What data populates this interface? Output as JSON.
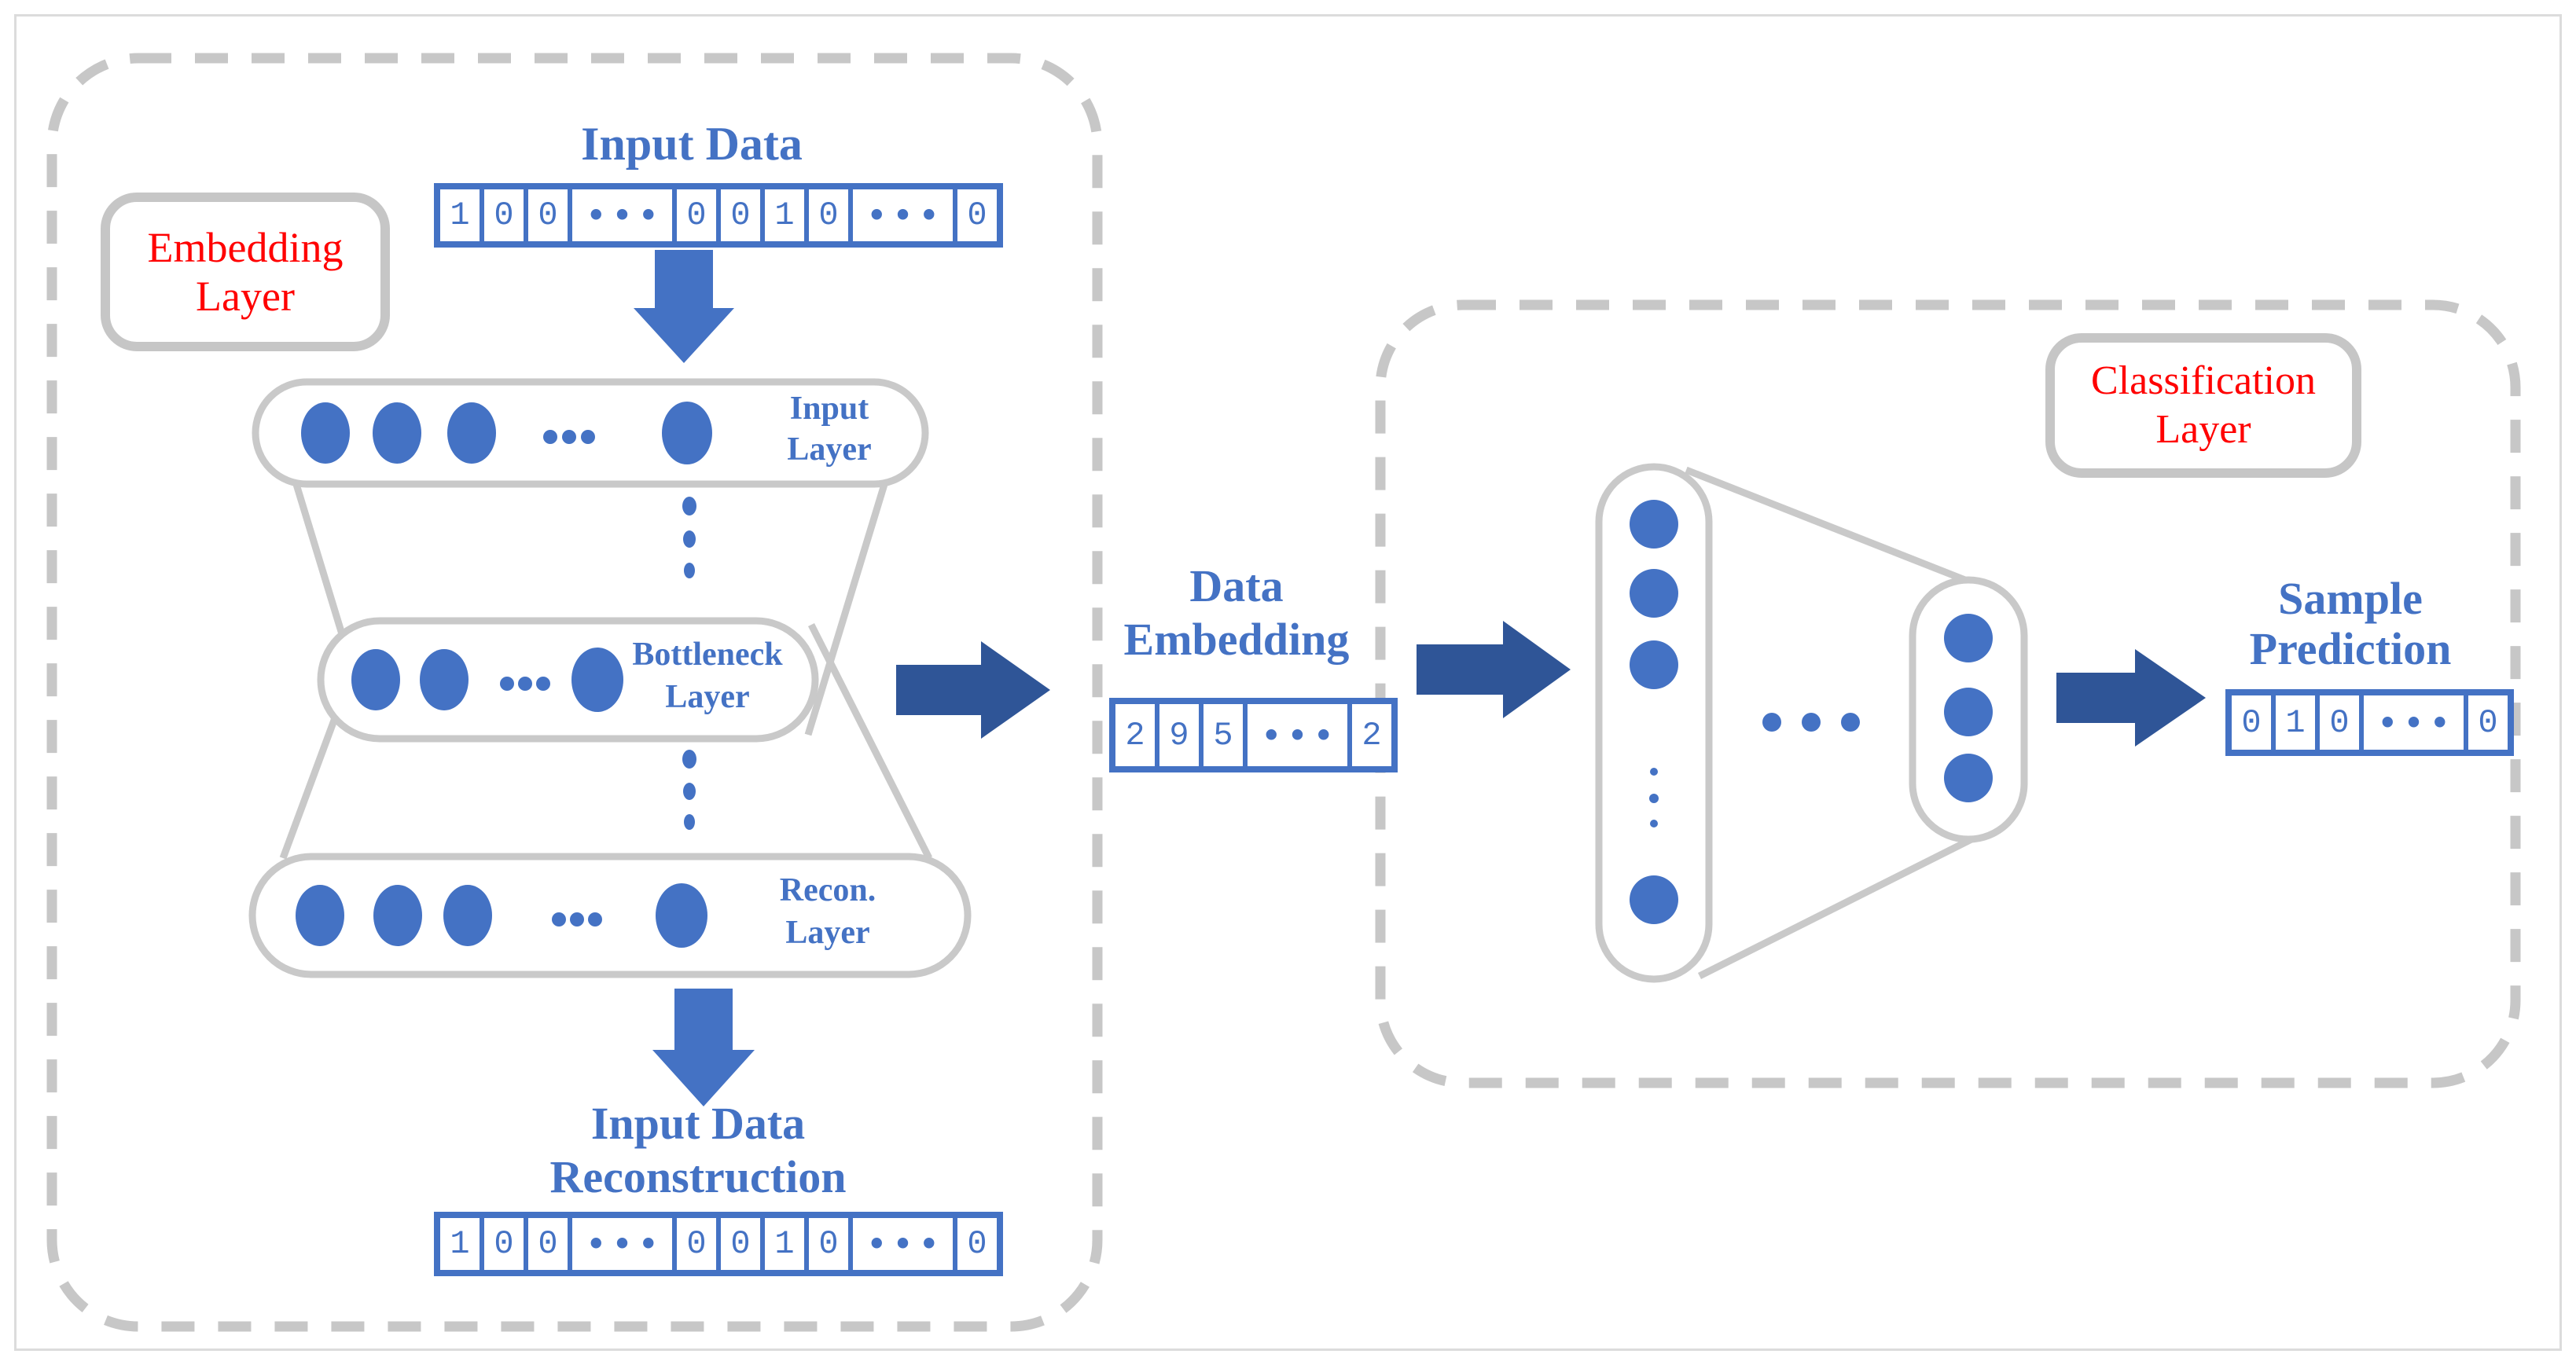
{
  "colors": {
    "blue_primary": "#4472C4",
    "blue_arrow_dark": "#2F5597",
    "red_label": "#FF0000",
    "gray_outline": "#C9C9C9"
  },
  "embedding_section": {
    "box_label": "Embedding Layer",
    "input_data": {
      "title": "Input Data",
      "cells": [
        "1",
        "0",
        "0",
        "•••",
        "0",
        "0",
        "1",
        "0",
        "•••",
        "0"
      ]
    },
    "autoencoder": {
      "input_layer_label": "Input Layer",
      "bottleneck_layer_label": "Bottleneck Layer",
      "recon_layer_label": "Recon. Layer"
    },
    "reconstruction": {
      "title": "Input Data Reconstruction",
      "cells": [
        "1",
        "0",
        "0",
        "•••",
        "0",
        "0",
        "1",
        "0",
        "•••",
        "0"
      ]
    }
  },
  "embedding_output": {
    "title": "Data Embedding",
    "cells": [
      "2",
      "9",
      "5",
      "•••",
      "2"
    ]
  },
  "classification_section": {
    "box_label": "Classification Layer",
    "prediction": {
      "title": "Sample Prediction",
      "cells": [
        "0",
        "1",
        "0",
        "•••",
        "0"
      ]
    }
  }
}
